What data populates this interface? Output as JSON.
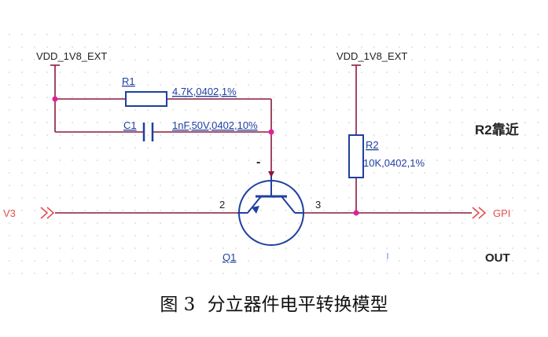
{
  "schematic": {
    "left_power_label": "VDD_1V8_EXT",
    "right_power_label": "VDD_1V8_EXT",
    "r1": {
      "ref": "R1",
      "value": "4.7K,0402,1%"
    },
    "c1": {
      "ref": "C1",
      "value": "1nF,50V,0402,10%"
    },
    "r2": {
      "ref": "R2",
      "value": "10K,0402,1%"
    },
    "q1": {
      "ref": "Q1",
      "pin_left": "2",
      "pin_right": "3",
      "top_mark": "-"
    },
    "input_port_label": "V3",
    "output_port_label": "GPI",
    "side_note_top": "R2靠近",
    "side_note_bottom": "OUT"
  },
  "caption": {
    "figure": "图 3",
    "title": "分立器件电平转换模型"
  },
  "colors": {
    "wire": "#8b1a3a",
    "label_blue": "#1f3fa0",
    "port_red": "#e05050",
    "junction": "#e0209a",
    "grid_dot": "#c9c9c9"
  }
}
